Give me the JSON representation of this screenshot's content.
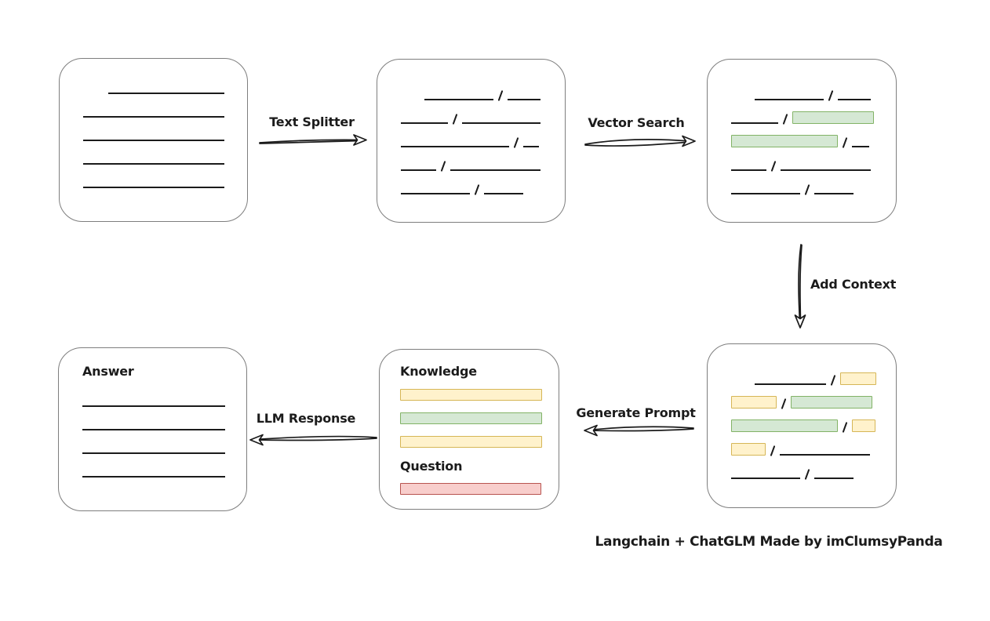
{
  "labels": {
    "text_splitter": "Text Splitter",
    "vector_search": "Vector Search",
    "add_context": "Add Context",
    "generate_prompt": "Generate Prompt",
    "llm_response": "LLM Response",
    "caption": "Langchain + ChatGLM Made by imClumsyPanda"
  },
  "colors": {
    "green_fill": "#d5e8d4",
    "green_border": "#82b366",
    "yellow_fill": "#fff2cc",
    "yellow_border": "#d6b656",
    "red_fill": "#f8cecc",
    "red_border": "#b85450",
    "line": "#1b1b1b",
    "box_border": "#7e7e7e",
    "text": "#1b1b1b"
  },
  "boxes": {
    "document": {
      "rows": [
        {
          "indent": 32,
          "segments": [
            {
              "t": "line",
              "w": 148
            }
          ]
        },
        {
          "segments": [
            {
              "t": "line",
              "w": 180
            }
          ]
        },
        {
          "segments": [
            {
              "t": "line",
              "w": 180
            }
          ]
        },
        {
          "segments": [
            {
              "t": "line",
              "w": 180
            }
          ]
        },
        {
          "segments": [
            {
              "t": "line",
              "w": 180
            }
          ]
        }
      ]
    },
    "chunks": {
      "rows": [
        {
          "indent": 30,
          "segments": [
            {
              "t": "line",
              "w": 88
            },
            {
              "t": "slash"
            },
            {
              "t": "line",
              "w": 42
            }
          ]
        },
        {
          "segments": [
            {
              "t": "line",
              "w": 60
            },
            {
              "t": "slash"
            },
            {
              "t": "line",
              "w": 100
            }
          ]
        },
        {
          "segments": [
            {
              "t": "line",
              "w": 138
            },
            {
              "t": "slash"
            },
            {
              "t": "line",
              "w": 20
            }
          ]
        },
        {
          "segments": [
            {
              "t": "line",
              "w": 45
            },
            {
              "t": "slash"
            },
            {
              "t": "line",
              "w": 115
            }
          ]
        },
        {
          "segments": [
            {
              "t": "line",
              "w": 88
            },
            {
              "t": "slash"
            },
            {
              "t": "line",
              "w": 50
            }
          ]
        }
      ]
    },
    "retrieved": {
      "rows": [
        {
          "indent": 30,
          "segments": [
            {
              "t": "line",
              "w": 88
            },
            {
              "t": "slash"
            },
            {
              "t": "line",
              "w": 42
            }
          ]
        },
        {
          "segments": [
            {
              "t": "line",
              "w": 60
            },
            {
              "t": "slash"
            },
            {
              "t": "green",
              "w": 104
            }
          ]
        },
        {
          "segments": [
            {
              "t": "green",
              "w": 136
            },
            {
              "t": "slash"
            },
            {
              "t": "line",
              "w": 22
            }
          ]
        },
        {
          "segments": [
            {
              "t": "line",
              "w": 45
            },
            {
              "t": "slash"
            },
            {
              "t": "line",
              "w": 115
            }
          ]
        },
        {
          "segments": [
            {
              "t": "line",
              "w": 88
            },
            {
              "t": "slash"
            },
            {
              "t": "line",
              "w": 50
            }
          ]
        }
      ]
    },
    "contexted": {
      "rows": [
        {
          "indent": 30,
          "segments": [
            {
              "t": "line",
              "w": 91
            },
            {
              "t": "slash"
            },
            {
              "t": "yellow",
              "w": 46
            }
          ]
        },
        {
          "segments": [
            {
              "t": "yellow",
              "w": 58
            },
            {
              "t": "slash"
            },
            {
              "t": "green",
              "w": 104
            }
          ]
        },
        {
          "segments": [
            {
              "t": "green",
              "w": 136
            },
            {
              "t": "slash"
            },
            {
              "t": "yellow",
              "w": 30
            }
          ]
        },
        {
          "segments": [
            {
              "t": "yellow",
              "w": 44
            },
            {
              "t": "slash"
            },
            {
              "t": "line",
              "w": 115
            }
          ]
        },
        {
          "segments": [
            {
              "t": "line",
              "w": 88
            },
            {
              "t": "slash"
            },
            {
              "t": "line",
              "w": 50
            }
          ]
        }
      ]
    },
    "prompt": {
      "knowledge_label": "Knowledge",
      "question_label": "Question",
      "knowledge_rows": [
        {
          "h": 27,
          "segments": [
            {
              "t": "yellow",
              "w": 181,
              "h": 15
            }
          ]
        },
        {
          "h": 30,
          "segments": [
            {
              "t": "green",
              "w": 181,
              "h": 15
            }
          ]
        },
        {
          "h": 30,
          "segments": [
            {
              "t": "yellow",
              "w": 181,
              "h": 15
            }
          ]
        }
      ],
      "question_rows": [
        {
          "h": 26,
          "segments": [
            {
              "t": "red",
              "w": 180,
              "h": 15
            }
          ]
        }
      ]
    },
    "answer": {
      "title": "Answer",
      "rows": [
        {
          "h": 35,
          "segments": [
            {
              "t": "line",
              "w": 182
            }
          ]
        },
        {
          "segments": [
            {
              "t": "line",
              "w": 182
            }
          ]
        },
        {
          "segments": [
            {
              "t": "line",
              "w": 182
            }
          ]
        },
        {
          "segments": [
            {
              "t": "line",
              "w": 182
            }
          ]
        }
      ]
    }
  }
}
